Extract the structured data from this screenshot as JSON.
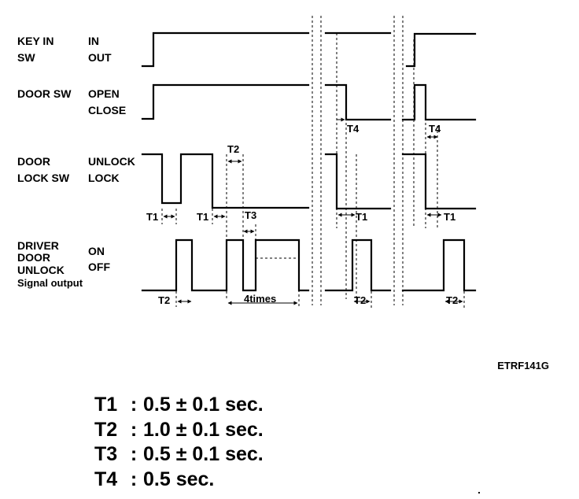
{
  "signals": [
    {
      "name": "KEY IN",
      "name2": "SW",
      "high": "IN",
      "low": "OUT"
    },
    {
      "name": "DOOR SW",
      "name2": "",
      "high": "OPEN",
      "low": "CLOSE"
    },
    {
      "name": "DOOR",
      "name2": "LOCK SW",
      "high": "UNLOCK",
      "low": "LOCK"
    },
    {
      "name": "DRIVER",
      "name2": "DOOR",
      "name3": "UNLOCK",
      "name4": "Signal output",
      "high": "ON",
      "low": "OFF"
    }
  ],
  "annotations": {
    "t1": "T1",
    "t2": "T2",
    "t3": "T3",
    "t4": "T4",
    "four_times": "4times"
  },
  "figure_code": "ETRF141G",
  "legend": [
    {
      "name": "T1",
      "colon": ":",
      "value": "0.5 ± 0.1 sec."
    },
    {
      "name": "T2",
      "colon": ":",
      "value": "1.0 ± 0.1 sec."
    },
    {
      "name": "T3",
      "colon": ":",
      "value": "0.5 ± 0.1 sec."
    },
    {
      "name": "T4",
      "colon": ":",
      "value": "0.5 sec."
    }
  ]
}
